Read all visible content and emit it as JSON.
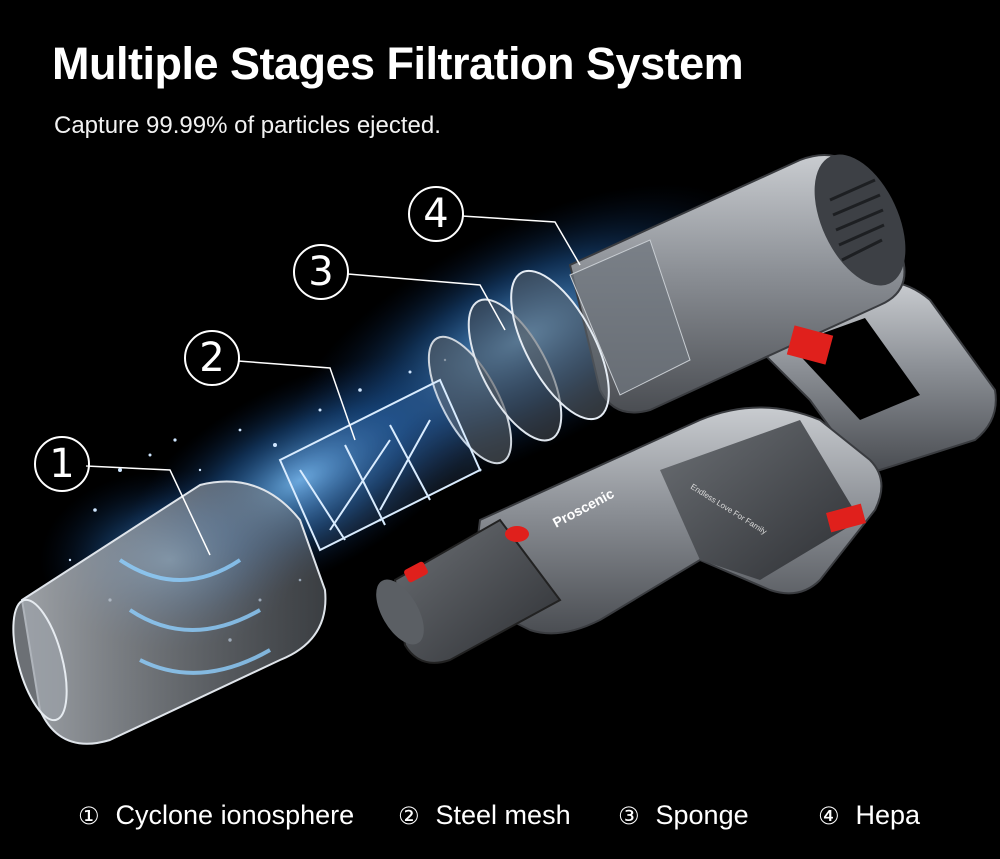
{
  "header": {
    "title": "Multiple Stages Filtration System",
    "subtitle": "Capture 99.99% of particles ejected."
  },
  "callouts": [
    "1",
    "2",
    "3",
    "4"
  ],
  "product": {
    "brand": "Proscenic",
    "tagline": "Endless Love For Family"
  },
  "legend": [
    {
      "num": "①",
      "label": "Cyclone ionosphere"
    },
    {
      "num": "②",
      "label": "Steel mesh"
    },
    {
      "num": "③",
      "label": "Sponge"
    },
    {
      "num": "④",
      "label": "Hepa"
    }
  ],
  "colors": {
    "background": "#000000",
    "accent_red": "#e0201c",
    "body_gray": "#8a8d92",
    "glow_blue": "#3fa0ff"
  }
}
